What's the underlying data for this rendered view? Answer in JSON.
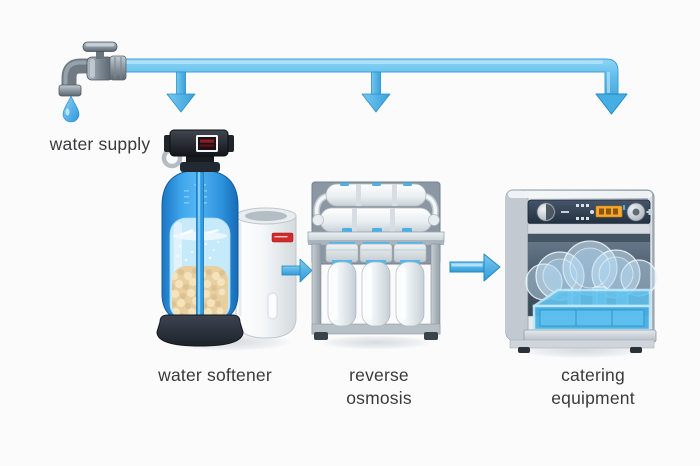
{
  "diagram": {
    "type": "process-flow",
    "flow_order": [
      "water supply",
      "water softener",
      "reverse osmosis",
      "catering equipment"
    ],
    "labels": {
      "water_supply": "water supply",
      "water_softener": "water softener",
      "reverse_osmosis": {
        "line1": "reverse",
        "line2": "osmosis"
      },
      "catering_equipment": {
        "line1": "catering",
        "line2": "equipment"
      }
    },
    "icons": {
      "source": "faucet-icon",
      "stage1": "water-softener-icon",
      "stage2": "reverse-osmosis-icon",
      "stage3": "dishwasher-icon",
      "pipe": "supply-pipe",
      "branch_arrows": [
        "down-arrow",
        "down-arrow",
        "down-arrow"
      ],
      "flow_arrows": [
        "right-arrow",
        "right-arrow"
      ]
    },
    "colors": {
      "background": "#fbfbfc",
      "pipe_fill": "#5fc0ec",
      "pipe_highlight": "#b3e2f8",
      "pipe_border": "#3d9fd6",
      "arrow_fill": "#41ace3",
      "arrow_border": "#2288c4",
      "label_text": "#3a3a3c",
      "tank_blue": "#2f9ce4",
      "resin_tan": "#e7cfa0",
      "steel_gray": "#aeb8c1",
      "control_head_black": "#14181d",
      "display_red": "#8c1f24",
      "display_amber": "#f6a62c",
      "rack_blue": "#49b2e6",
      "brine_tank_white": "#f4f7f8"
    }
  }
}
